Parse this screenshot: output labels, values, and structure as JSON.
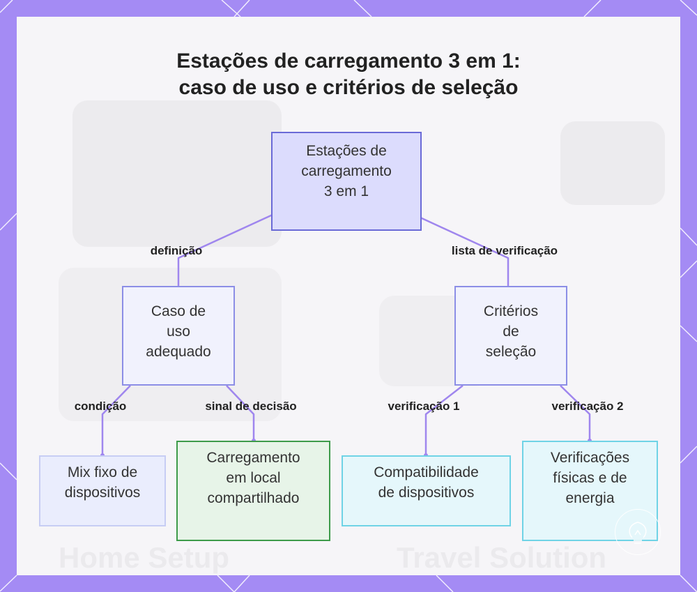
{
  "colors": {
    "frame": "#a48bf4",
    "panel": "#f6f5f8",
    "connector": "#9f86ee",
    "root_fill": "#dcdcfd",
    "root_border": "#6a6ad7",
    "green_border": "#3d9b4a",
    "cyan_border": "#6fd3e6"
  },
  "title": {
    "line1": "Estações de carregamento 3 em 1:",
    "line2": "caso de uso e critérios de seleção"
  },
  "background_text": {
    "left": "Home Setup",
    "right": "Travel Solution"
  },
  "nodes": {
    "root": [
      "Estações de",
      "carregamento",
      "3 em 1"
    ],
    "use_case": [
      "Caso de",
      "uso",
      "adequado"
    ],
    "criteria": [
      "Critérios",
      "de",
      "seleção"
    ],
    "mix": [
      "Mix fixo de",
      "dispositivos"
    ],
    "shared": [
      "Carregamento",
      "em local",
      "compartilhado"
    ],
    "compat": [
      "Compatibilidade",
      "de dispositivos"
    ],
    "physical": [
      "Verificações",
      "físicas e de",
      "energia"
    ]
  },
  "edges": {
    "definition": "definição",
    "checklist": "lista de verificação",
    "condition": "condição",
    "decision": "sinal de decisão",
    "check1": "verificação 1",
    "check2": "verificação 2"
  },
  "icons": {
    "badge": "bulb-badge-icon"
  }
}
